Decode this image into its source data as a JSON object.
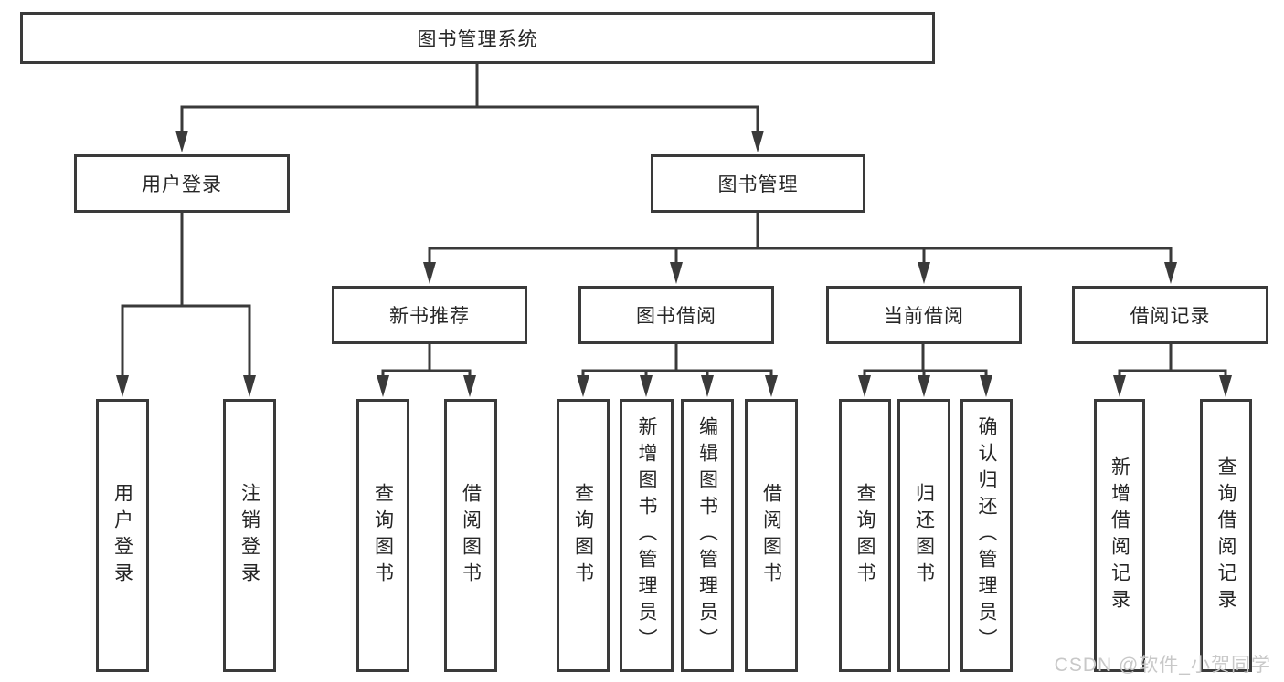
{
  "diagram": {
    "root": {
      "label": "图书管理系统"
    },
    "level2": [
      {
        "label": "用户登录"
      },
      {
        "label": "图书管理"
      }
    ],
    "level3": [
      {
        "label": "新书推荐"
      },
      {
        "label": "图书借阅"
      },
      {
        "label": "当前借阅"
      },
      {
        "label": "借阅记录"
      }
    ],
    "leaves": {
      "user_login": [
        {
          "label": "用户登录"
        },
        {
          "label": "注销登录"
        }
      ],
      "new_books": [
        {
          "label": "查询图书"
        },
        {
          "label": "借阅图书"
        }
      ],
      "book_borrow": [
        {
          "label": "查询图书"
        },
        {
          "label": "新增图书（管理员）"
        },
        {
          "label": "编辑图书（管理员）"
        },
        {
          "label": "借阅图书"
        }
      ],
      "current_borrow": [
        {
          "label": "查询图书"
        },
        {
          "label": "归还图书"
        },
        {
          "label": "确认归还（管理员）"
        }
      ],
      "borrow_records": [
        {
          "label": "新增借阅记录"
        },
        {
          "label": "查询借阅记录"
        }
      ]
    }
  },
  "watermark": {
    "text": "CSDN @软件_小贺同学"
  },
  "colors": {
    "line": "#3a3a3a",
    "text": "#262626",
    "box_background": "#ffffff",
    "watermark": "#c8c8c8"
  }
}
